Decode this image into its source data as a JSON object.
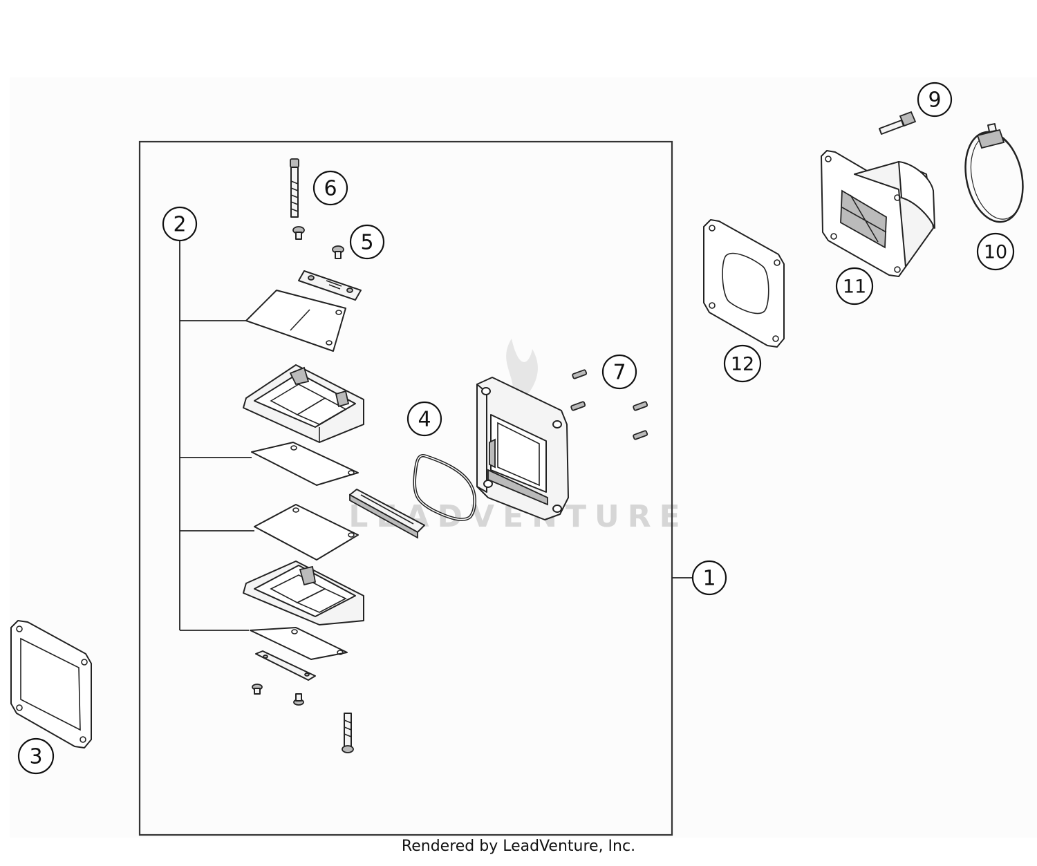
{
  "diagram": {
    "callouts": [
      {
        "id": "callout-1",
        "text": "1"
      },
      {
        "id": "callout-2",
        "text": "2"
      },
      {
        "id": "callout-3",
        "text": "3"
      },
      {
        "id": "callout-4",
        "text": "4"
      },
      {
        "id": "callout-5",
        "text": "5"
      },
      {
        "id": "callout-6",
        "text": "6"
      },
      {
        "id": "callout-7",
        "text": "7"
      },
      {
        "id": "callout-9",
        "text": "9"
      },
      {
        "id": "callout-10",
        "text": "10"
      },
      {
        "id": "callout-11",
        "text": "11"
      },
      {
        "id": "callout-12",
        "text": "12"
      }
    ],
    "watermark": "LEADVENTURE",
    "footer": "Rendered by LeadVenture, Inc."
  }
}
